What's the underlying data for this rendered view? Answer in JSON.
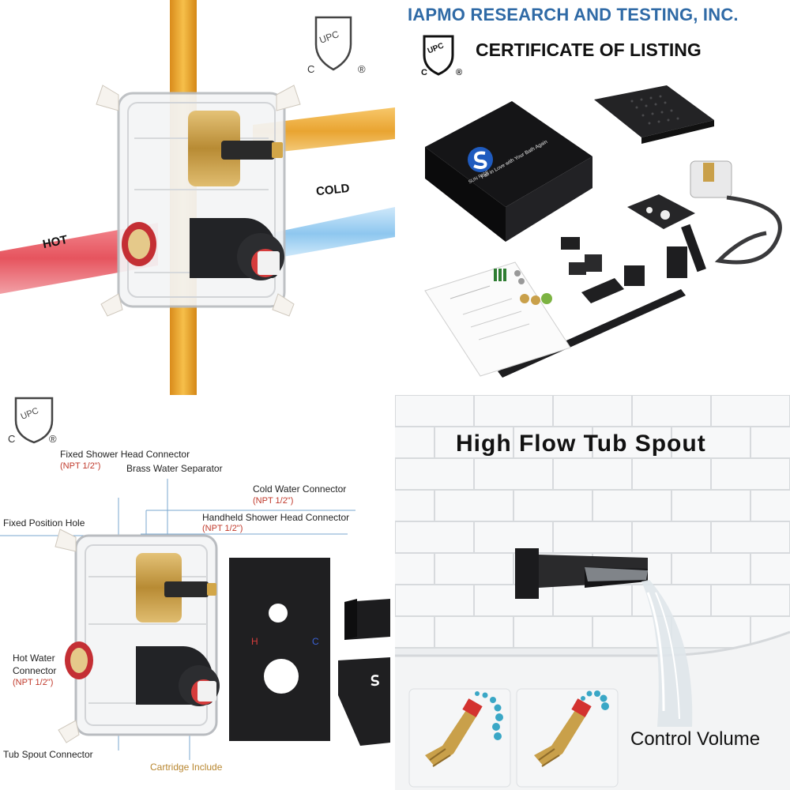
{
  "panels": {
    "valve_pipes": {
      "hot_label": "HOT",
      "cold_label": "COLD"
    },
    "certificate": {
      "title": "IAPMO RESEARCH AND TESTING, INC.",
      "subtitle": "CERTIFICATE OF LISTING"
    },
    "upc_mark": {
      "shield_text": "UPC",
      "left_letter": "C",
      "right_symbol": "®"
    },
    "kit_contents": {
      "brand_name": "SUN RISE",
      "box_tagline": "Fall in Love with Your Bath Again"
    },
    "valve_diagram": {
      "fixed_shower_head_connector": "Fixed Shower Head Connector",
      "fixed_shower_head_connector_spec": "(NPT 1/2\")",
      "brass_water_separator": "Brass Water Separator",
      "cold_water_connector": "Cold Water Connector",
      "cold_water_connector_spec": "(NPT 1/2\")",
      "handheld_connector": "Handheld Shower Head Connector",
      "handheld_connector_spec": "(NPT 1/2\")",
      "fixed_position_hole": "Fixed Position Hole",
      "hot_water_connector_line1": "Hot Water",
      "hot_water_connector_line2": "Connector",
      "hot_water_connector_spec": "(NPT 1/2\")",
      "tub_spout_connector": "Tub Spout Connector",
      "cartridge_include": "Cartridge Include",
      "plate_hot_mark": "H",
      "plate_cold_mark": "C"
    },
    "tub_spout": {
      "title": "High Flow Tub Spout",
      "control_volume": "Control Volume"
    }
  },
  "colors": {
    "hot_pipe": "#e8505b",
    "cold_pipe": "#8ec7ef",
    "copper_pipe": "#e8a52c",
    "brass": "#c9a04a",
    "matte_black": "#1d1d1f",
    "cert_blue": "#2f6aa6",
    "spec_red": "#c0392b",
    "dots_teal": "#3aa7c6"
  }
}
